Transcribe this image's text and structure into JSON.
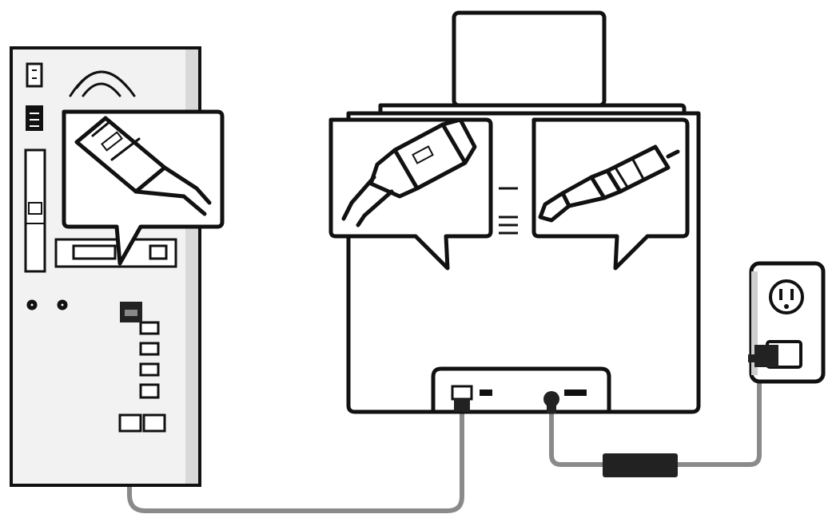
{
  "diagram": {
    "devices": [
      {
        "id": "computer",
        "role": "computer tower, rear panel"
      },
      {
        "id": "scanner",
        "role": "document scanner, rear view"
      },
      {
        "id": "wall-outlet",
        "role": "power outlet"
      }
    ],
    "callouts": [
      {
        "id": "computer-usb-callout",
        "icon": "usb-a-plug-icon"
      },
      {
        "id": "scanner-usb-callout",
        "icon": "usb-b-plug-icon"
      },
      {
        "id": "scanner-power-callout",
        "icon": "dc-power-plug-icon"
      }
    ],
    "connections": [
      {
        "from": "computer",
        "to": "scanner",
        "cable": "usb-cable"
      },
      {
        "from": "scanner",
        "to": "wall-outlet",
        "cable": "power-cable-with-adapter"
      }
    ],
    "colors": {
      "line": "#111111",
      "cable": "#8a8a8a",
      "panel": "#efefef",
      "adapter": "#222222"
    }
  }
}
